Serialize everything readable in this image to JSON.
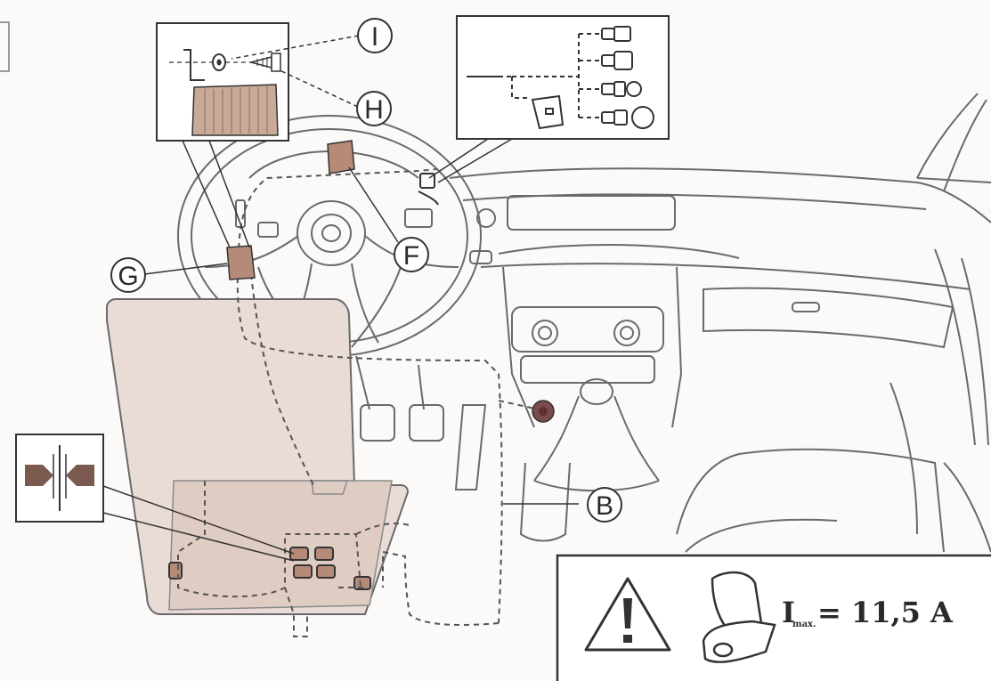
{
  "callouts": {
    "B": "B",
    "F": "F",
    "G": "G",
    "H": "H",
    "I": "I"
  },
  "warning_box": {
    "current_symbol": "I",
    "current_subscript": "max.",
    "current_value": "= 11,5 A"
  },
  "colors": {
    "line": "#6a6a6a",
    "dark_line": "#333333",
    "highlight_fill": "#c9a998",
    "panel_fill": "#e9dcd6",
    "component_fill": "#b68a78",
    "socket_fill": "#7b4a4a"
  },
  "icons": [
    "pinch-clip-icon",
    "warning-triangle-icon",
    "seat-icon",
    "connector-icon",
    "screw-icon"
  ]
}
